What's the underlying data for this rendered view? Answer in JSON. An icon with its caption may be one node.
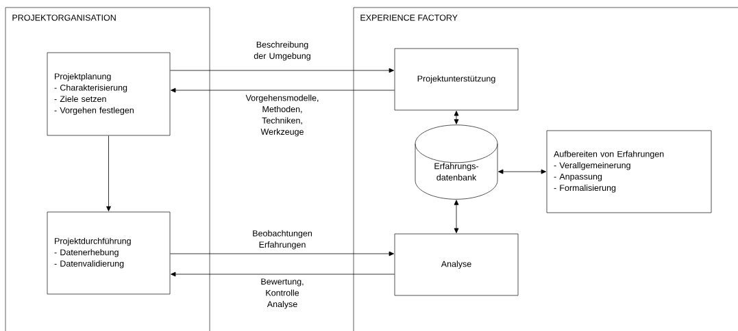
{
  "diagram": {
    "nodes": [
      {
        "text": [
          "PROJEKTORGANISATION"
        ]
      },
      {
        "text": [
          "Projektplanung",
          "- Charakterisierung",
          "- Ziele setzen",
          "- Vorgehen festlegen"
        ],
        "in": 0
      },
      {
        "text": [
          "Projektdurchführung",
          "- Datenerhebung",
          "- Datenvalidierung"
        ],
        "in": 0
      },
      {
        "text": [
          "EXPERIENCE FACTORY"
        ]
      },
      {
        "text": [
          "Projektunterstützung"
        ],
        "in": 3
      },
      {
        "text": [
          "Erfahrungs- datenbank"
        ],
        "in": 3
      },
      {
        "text": [
          "Aufbereiten von Erfahrungen",
          "- Verallgemeinerung",
          "- Anpassung",
          "- Formalisierung"
        ],
        "in": 3
      },
      {
        "text": [
          "Analyse"
        ],
        "in": 3
      }
    ],
    "edges": [
      {
        "from": 1,
        "to": 4,
        "arrow": "to",
        "label": "Beschreibung der Umgebung"
      },
      {
        "from": 4,
        "to": 1,
        "arrow": "to",
        "label": "Vorgehensmodelle, Methoden, Techniken, Werkzeuge"
      },
      {
        "from": 1,
        "to": 2,
        "arrow": "to"
      },
      {
        "from": 2,
        "to": 7,
        "arrow": "to",
        "label": "Beobachtungen Erfahrungen"
      },
      {
        "from": 7,
        "to": 2,
        "arrow": "to",
        "label": "Bewertung, Kontrolle Analyse"
      },
      {
        "from": 4,
        "to": 5,
        "arrow": "both"
      },
      {
        "from": 5,
        "to": 6,
        "arrow": "both"
      },
      {
        "from": 5,
        "to": 7,
        "arrow": "both"
      }
    ]
  }
}
